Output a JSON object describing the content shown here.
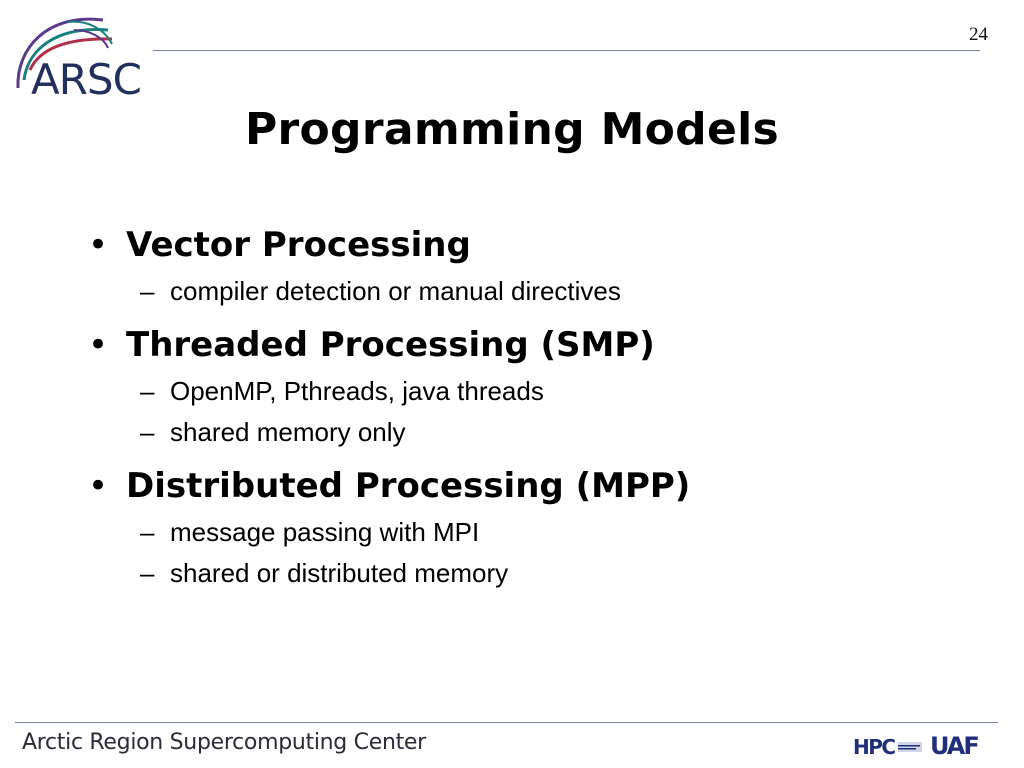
{
  "header": {
    "logo_text": "ARSC",
    "page_number": "24"
  },
  "slide": {
    "title": "Programming Models",
    "bullets": [
      {
        "label": "Vector Processing",
        "subs": [
          "compiler detection or manual directives"
        ]
      },
      {
        "label": "Threaded Processing (SMP)",
        "subs": [
          "OpenMP, Pthreads, java threads",
          "shared memory only"
        ]
      },
      {
        "label": "Distributed Processing (MPP)",
        "subs": [
          "message passing with MPI",
          "shared or distributed memory"
        ]
      }
    ]
  },
  "footer": {
    "org_name": "Arctic Region Supercomputing Center",
    "hpc_logo_text": "HPC",
    "uaf_logo_text": "UAF"
  },
  "colors": {
    "logo_navy": "#22305f",
    "arc_purple": "#5a3a8a",
    "arc_teal": "#1a7f7f",
    "arc_red": "#b0304a",
    "rule": "#7a7fb3",
    "footer_logo_blue": "#1f2f7a"
  }
}
